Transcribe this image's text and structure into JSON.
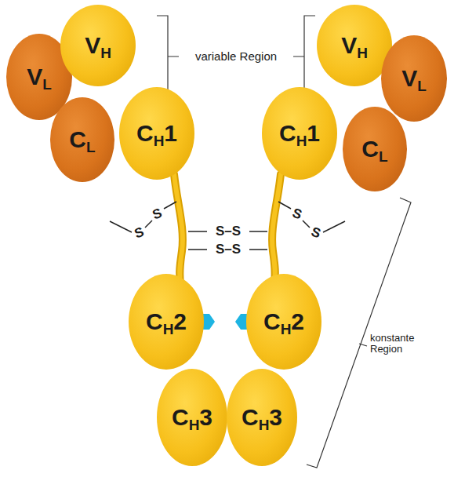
{
  "diagram": {
    "nodes": [
      {
        "text": [
          "VL"
        ]
      },
      {
        "text": [
          "VH"
        ]
      },
      {
        "text": [
          "VH"
        ]
      },
      {
        "text": [
          "VL"
        ]
      },
      {
        "text": [
          "CL"
        ]
      },
      {
        "text": [
          "CH1"
        ]
      },
      {
        "text": [
          "CH1"
        ]
      },
      {
        "text": [
          "CL"
        ]
      },
      {
        "text": [
          "CH2"
        ]
      },
      {
        "text": [
          "CH2"
        ]
      },
      {
        "text": [
          "CH3"
        ]
      },
      {
        "text": [
          "CH3"
        ]
      }
    ],
    "labels": [
      "variable Region",
      "S",
      "S",
      "S–S",
      "S–S",
      "S",
      "S",
      "konstante Region"
    ]
  }
}
